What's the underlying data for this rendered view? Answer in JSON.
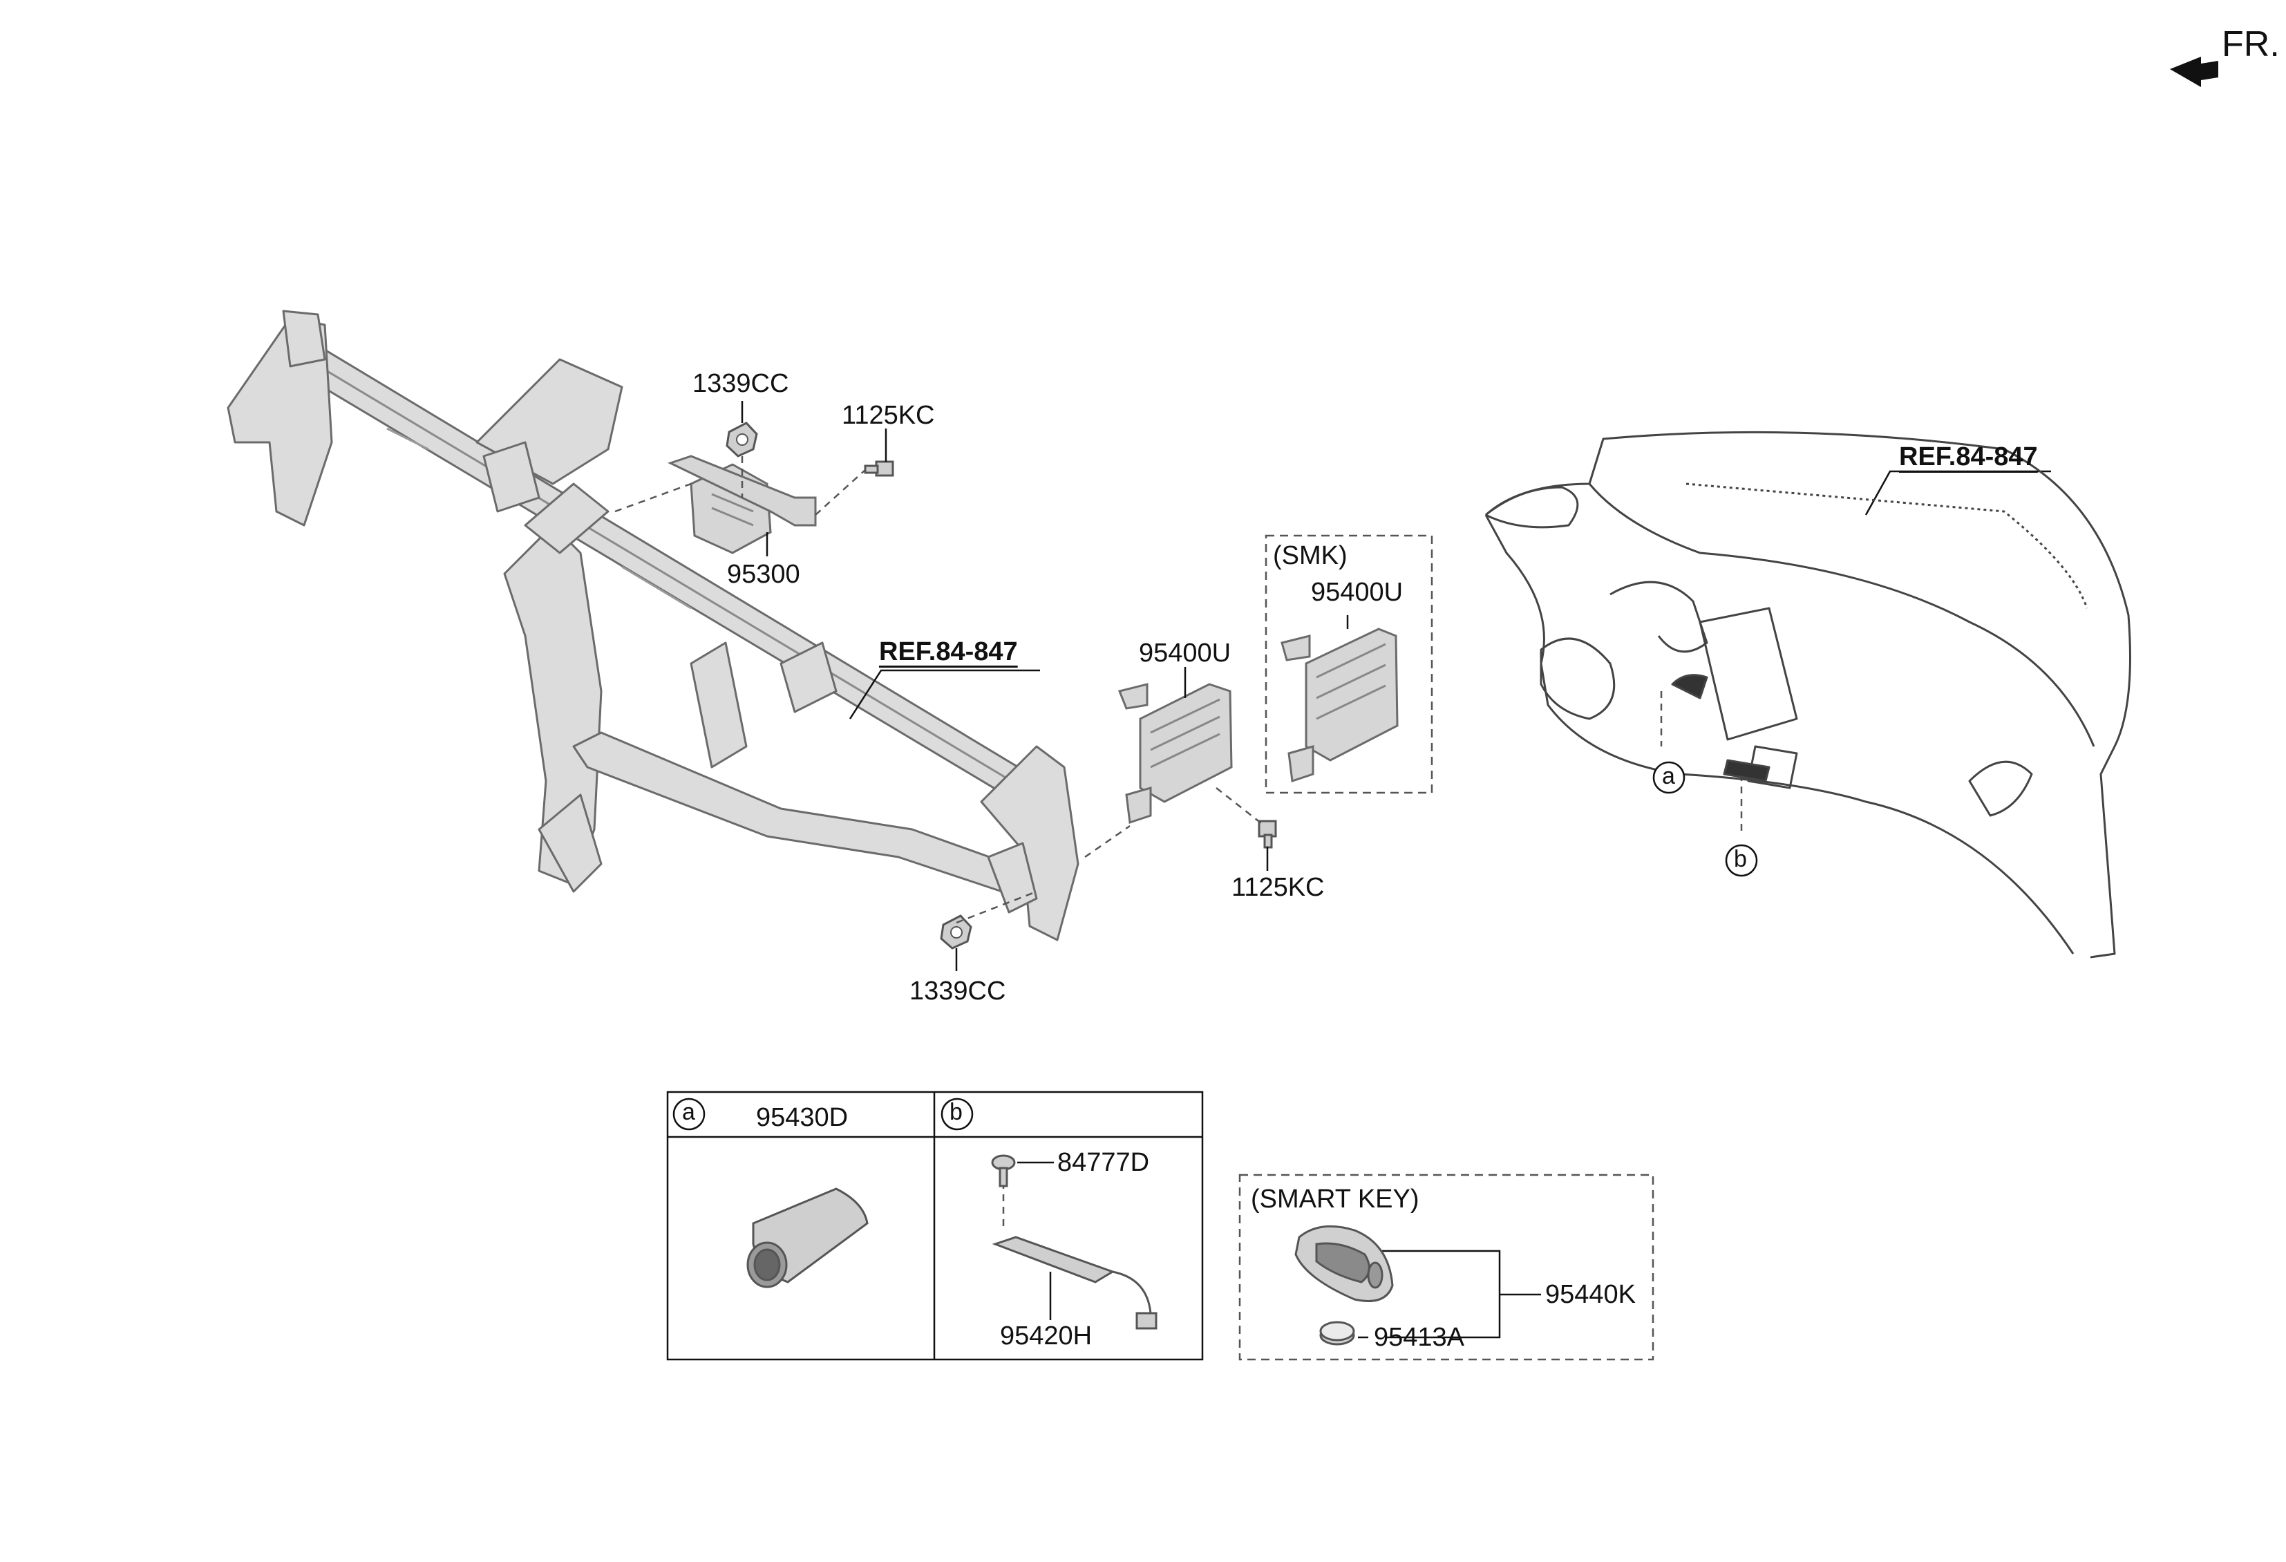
{
  "direction": {
    "label": "FR."
  },
  "refs": {
    "cowl_ref": "REF.84-847",
    "dash_ref": "REF.84-847"
  },
  "parts": {
    "nut_upper": "1339CC",
    "bolt_upper": "1125KC",
    "unit_95300": "95300",
    "unit_95400u": "95400U",
    "bolt_lower": "1125KC",
    "nut_lower": "1339CC"
  },
  "smk_box": {
    "title": "(SMK)",
    "part": "95400U"
  },
  "callouts": {
    "a": "a",
    "b": "b"
  },
  "detail_table": {
    "col_a": {
      "marker": "a",
      "part": "95430D"
    },
    "col_b": {
      "marker": "b",
      "screw": "84777D",
      "part": "95420H"
    }
  },
  "smart_key_box": {
    "title": "(SMART KEY)",
    "key_part": "95440K",
    "battery_part": "95413A"
  },
  "colors": {
    "line": "#111111",
    "part_fill": "#d9d9d9",
    "part_stroke": "#6b6b6b",
    "dash": "#555555"
  }
}
